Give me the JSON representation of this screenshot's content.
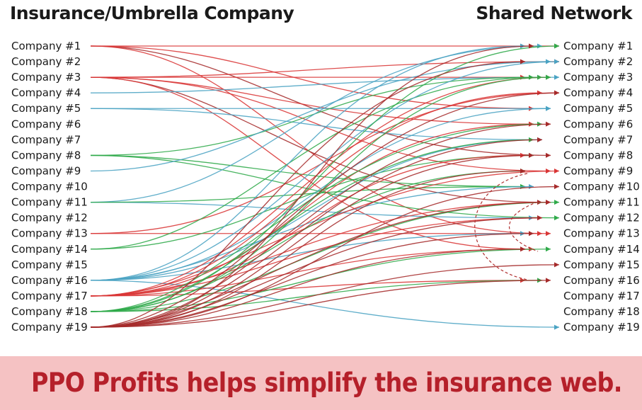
{
  "header": {
    "left_title": "Insurance/Umbrella Company",
    "right_title": "Shared Network"
  },
  "left_labels": [
    "Company #1",
    "Company #2",
    "Company #3",
    "Company #4",
    "Company #5",
    "Company #6",
    "Company #7",
    "Company #8",
    "Company #9",
    "Company #10",
    "Company #11",
    "Company #12",
    "Company #13",
    "Company #14",
    "Company #15",
    "Company #16",
    "Company #17",
    "Company #18",
    "Company #19"
  ],
  "right_labels": [
    "Company #1",
    "Company #2",
    "Company #3",
    "Company #4",
    "Company #5",
    "Company #6",
    "Company #7",
    "Company #8",
    "Company #9",
    "Company #10",
    "Company #11",
    "Company #12",
    "Company #13",
    "Company #14",
    "Company #15",
    "Company #16",
    "Company #17",
    "Company #18",
    "Company #19"
  ],
  "colors": {
    "red": "#d93636",
    "green": "#2faa4a",
    "blue": "#4aa3c3",
    "darkred": "#a52a2a",
    "banner_bg": "#f5c2c3",
    "banner_text": "#b5202a"
  },
  "connections": [
    {
      "from": 1,
      "to": 1,
      "color": "red"
    },
    {
      "from": 1,
      "to": 8,
      "color": "darkred"
    },
    {
      "from": 1,
      "to": 13,
      "color": "red"
    },
    {
      "from": 1,
      "to": 5,
      "color": "red"
    },
    {
      "from": 3,
      "to": 3,
      "color": "red"
    },
    {
      "from": 3,
      "to": 2,
      "color": "red"
    },
    {
      "from": 3,
      "to": 9,
      "color": "red"
    },
    {
      "from": 3,
      "to": 11,
      "color": "darkred"
    },
    {
      "from": 3,
      "to": 6,
      "color": "red"
    },
    {
      "from": 3,
      "to": 14,
      "color": "red"
    },
    {
      "from": 4,
      "to": 3,
      "color": "blue"
    },
    {
      "from": 5,
      "to": 5,
      "color": "blue"
    },
    {
      "from": 5,
      "to": 7,
      "color": "blue"
    },
    {
      "from": 8,
      "to": 3,
      "color": "green"
    },
    {
      "from": 8,
      "to": 10,
      "color": "green"
    },
    {
      "from": 8,
      "to": 12,
      "color": "green"
    },
    {
      "from": 9,
      "to": 2,
      "color": "blue"
    },
    {
      "from": 11,
      "to": 1,
      "color": "blue"
    },
    {
      "from": 11,
      "to": 12,
      "color": "blue"
    },
    {
      "from": 11,
      "to": 10,
      "color": "green"
    },
    {
      "from": 13,
      "to": 4,
      "color": "red"
    },
    {
      "from": 13,
      "to": 13,
      "color": "red"
    },
    {
      "from": 14,
      "to": 3,
      "color": "green"
    },
    {
      "from": 14,
      "to": 8,
      "color": "green"
    },
    {
      "from": 16,
      "to": 1,
      "color": "blue"
    },
    {
      "from": 16,
      "to": 2,
      "color": "blue"
    },
    {
      "from": 16,
      "to": 5,
      "color": "blue"
    },
    {
      "from": 16,
      "to": 7,
      "color": "blue"
    },
    {
      "from": 16,
      "to": 10,
      "color": "blue"
    },
    {
      "from": 16,
      "to": 13,
      "color": "blue"
    },
    {
      "from": 16,
      "to": 19,
      "color": "blue"
    },
    {
      "from": 17,
      "to": 3,
      "color": "red"
    },
    {
      "from": 17,
      "to": 4,
      "color": "red"
    },
    {
      "from": 17,
      "to": 6,
      "color": "red"
    },
    {
      "from": 17,
      "to": 8,
      "color": "red"
    },
    {
      "from": 17,
      "to": 9,
      "color": "red"
    },
    {
      "from": 17,
      "to": 11,
      "color": "red"
    },
    {
      "from": 17,
      "to": 12,
      "color": "red"
    },
    {
      "from": 17,
      "to": 14,
      "color": "red"
    },
    {
      "from": 17,
      "to": 16,
      "color": "red"
    },
    {
      "from": 18,
      "to": 1,
      "color": "green"
    },
    {
      "from": 18,
      "to": 3,
      "color": "green"
    },
    {
      "from": 18,
      "to": 6,
      "color": "green"
    },
    {
      "from": 18,
      "to": 7,
      "color": "green"
    },
    {
      "from": 18,
      "to": 9,
      "color": "green"
    },
    {
      "from": 18,
      "to": 11,
      "color": "green"
    },
    {
      "from": 18,
      "to": 14,
      "color": "green"
    },
    {
      "from": 18,
      "to": 16,
      "color": "green"
    },
    {
      "from": 19,
      "to": 1,
      "color": "darkred"
    },
    {
      "from": 19,
      "to": 2,
      "color": "darkred"
    },
    {
      "from": 19,
      "to": 4,
      "color": "darkred"
    },
    {
      "from": 19,
      "to": 6,
      "color": "darkred"
    },
    {
      "from": 19,
      "to": 7,
      "color": "darkred"
    },
    {
      "from": 19,
      "to": 8,
      "color": "darkred"
    },
    {
      "from": 19,
      "to": 9,
      "color": "darkred"
    },
    {
      "from": 19,
      "to": 10,
      "color": "darkred"
    },
    {
      "from": 19,
      "to": 11,
      "color": "darkred"
    },
    {
      "from": 19,
      "to": 12,
      "color": "darkred"
    },
    {
      "from": 19,
      "to": 13,
      "color": "darkred"
    },
    {
      "from": 19,
      "to": 14,
      "color": "darkred"
    },
    {
      "from": 19,
      "to": 15,
      "color": "darkred"
    },
    {
      "from": 19,
      "to": 16,
      "color": "darkred"
    }
  ],
  "banner": {
    "text": "PPO Profits helps simplify the insurance web."
  }
}
